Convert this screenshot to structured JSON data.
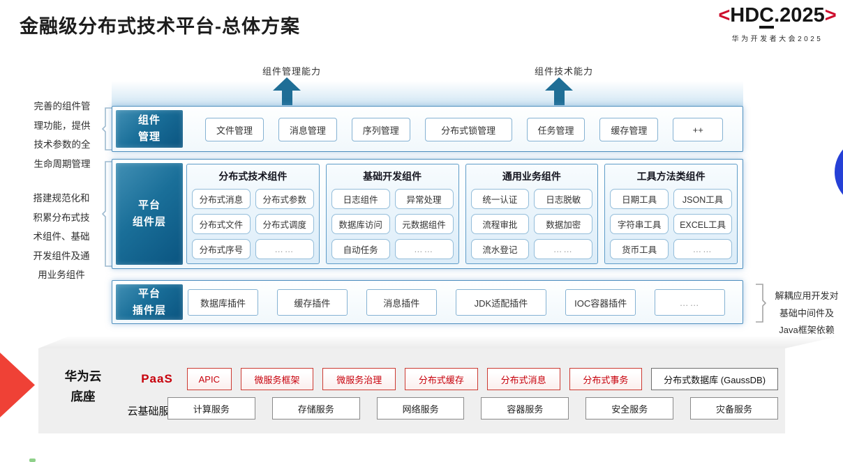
{
  "title": "金融级分布式技术平台-总体方案",
  "logo": {
    "left": "<",
    "pre": "HD",
    "underlined": "C",
    "post": ".2025",
    "right": ">",
    "subtitle": "华为开发者大会2025"
  },
  "capability_arrows": [
    {
      "label": "组件管理能力"
    },
    {
      "label": "组件技术能力"
    }
  ],
  "annotations": {
    "left_top_lines": [
      "完善的组件管",
      "理功能，提供",
      "技术参数的全",
      "生命周期管理"
    ],
    "left_bottom_lines": [
      "搭建规范化和",
      "积累分布式技",
      "术组件、基础",
      "开发组件及通",
      "用业务组件"
    ],
    "right_lines": [
      "解耦应用开发对",
      "基础中间件及",
      "Java框架依赖"
    ]
  },
  "layers": {
    "component_mgmt": {
      "label_lines": [
        "组件",
        "管理"
      ],
      "items": [
        "文件管理",
        "消息管理",
        "序列管理",
        "分布式锁管理",
        "任务管理",
        "缓存管理",
        "++"
      ]
    },
    "platform_components": {
      "label_lines": [
        "平台",
        "组件层"
      ],
      "groups": [
        {
          "title": "分布式技术组件",
          "items": [
            "分布式消息",
            "分布式参数",
            "分布式文件",
            "分布式调度",
            "分布式序号",
            "……"
          ]
        },
        {
          "title": "基础开发组件",
          "items": [
            "日志组件",
            "异常处理",
            "数据库访问",
            "元数据组件",
            "自动任务",
            "……"
          ]
        },
        {
          "title": "通用业务组件",
          "items": [
            "统一认证",
            "日志脱敏",
            "流程审批",
            "数据加密",
            "流水登记",
            "……"
          ]
        },
        {
          "title": "工具方法类组件",
          "items": [
            "日期工具",
            "JSON工具",
            "字符串工具",
            "EXCEL工具",
            "货币工具",
            "……"
          ]
        }
      ]
    },
    "platform_plugins": {
      "label_lines": [
        "平台",
        "插件层"
      ],
      "items": [
        "数据库插件",
        "缓存插件",
        "消息插件",
        "JDK适配插件",
        "IOC容器插件",
        "……"
      ]
    }
  },
  "foundation": {
    "label_lines": [
      "华为云",
      "底座"
    ],
    "paas": {
      "label": "PaaS",
      "items": [
        "APIC",
        "微服务框架",
        "微服务治理",
        "分布式缓存",
        "分布式消息",
        "分布式事务"
      ],
      "db_item": "分布式数据库 (GaussDB)"
    },
    "cloud": {
      "label": "云基础服务",
      "items": [
        "计算服务",
        "存储服务",
        "网络服务",
        "容器服务",
        "安全服务",
        "灾备服务"
      ]
    }
  },
  "colors": {
    "brand_red": "#CE0E2D",
    "paas_red": "#C7000B",
    "layer_teal_dark": "#0A5480",
    "layer_teal_light": "#3E8FB5",
    "panel_border": "#4E8FBF",
    "chip_border": "#85B2D3",
    "arrow_teal": "#1F6E96",
    "accent_blue_circle": "#2540D6",
    "wedge_red": "#EF4136"
  }
}
